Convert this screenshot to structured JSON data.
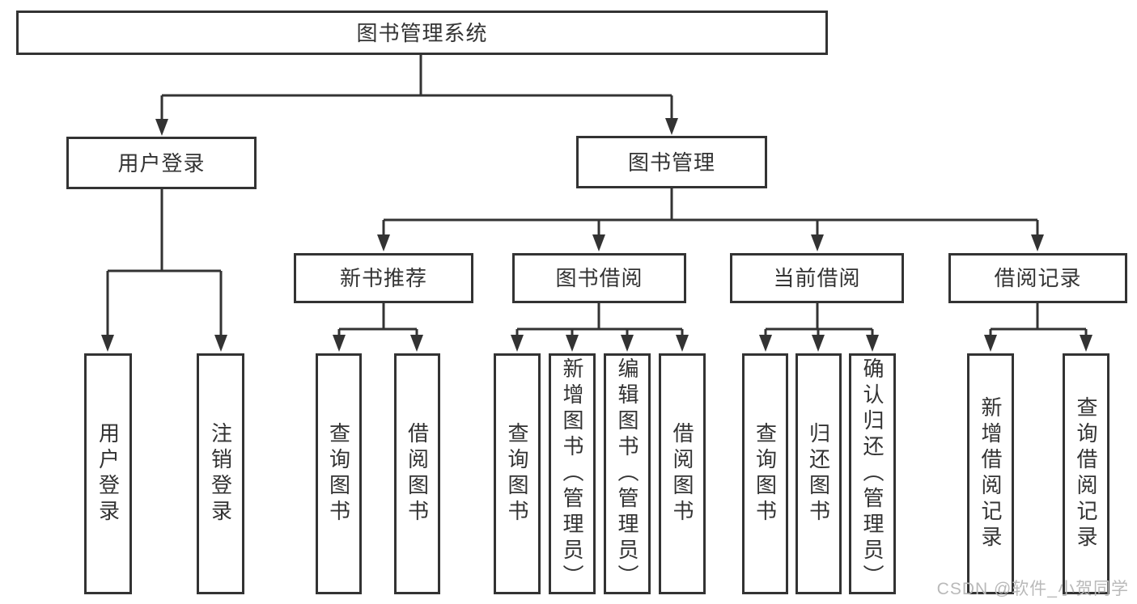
{
  "colors": {
    "background": "#ffffff",
    "line": "#333333",
    "box_border": "#333333",
    "text": "#333333",
    "watermark": "#b9b9b9"
  },
  "watermark": {
    "text": "CSDN @软件_小贺同学"
  },
  "tree": {
    "root": {
      "label": "图书管理系统"
    },
    "branches": [
      {
        "label": "用户登录",
        "children": [
          "用户登录",
          "注销登录"
        ]
      },
      {
        "label": "图书管理",
        "sections": [
          {
            "label": "新书推荐",
            "children": [
              "查询图书",
              "借阅图书"
            ]
          },
          {
            "label": "图书借阅",
            "children": [
              "查询图书",
              "新增图书（管理员）",
              "编辑图书（管理员）",
              "借阅图书"
            ]
          },
          {
            "label": "当前借阅",
            "children": [
              "查询图书",
              "归还图书",
              "确认归还（管理员）"
            ]
          },
          {
            "label": "借阅记录",
            "children": [
              "新增借阅记录",
              "查询借阅记录"
            ]
          }
        ]
      }
    ]
  }
}
